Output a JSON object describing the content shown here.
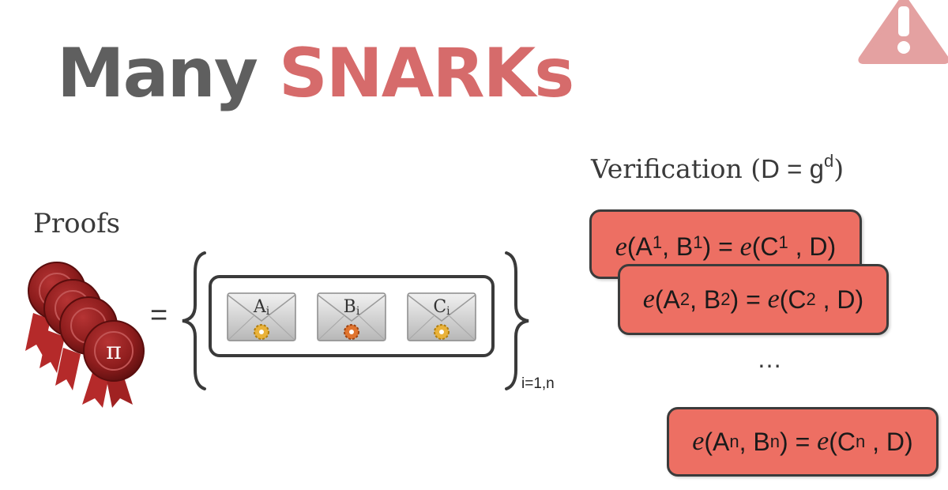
{
  "title": {
    "part1": "Many ",
    "part2": "SNARKs"
  },
  "proofs": {
    "label": "Proofs",
    "seal_symbol": "π",
    "equals": "=",
    "index": "i=1,n",
    "envelopes": [
      {
        "letter": "A",
        "sub": "i"
      },
      {
        "letter": "B",
        "sub": "i"
      },
      {
        "letter": "C",
        "sub": "i"
      }
    ]
  },
  "verification": {
    "title_prefix": "Verification (",
    "title_eq": "D = g",
    "title_sup": "d",
    "title_suffix": ")",
    "ellipsis": "…",
    "equations": [
      {
        "fn1": "e",
        "a": "A",
        "sa": "1",
        "b": "B",
        "sb": "1",
        "fn2": "e",
        "c": "C",
        "sc": "1",
        "d": "D"
      },
      {
        "fn1": "e",
        "a": "A",
        "sa": "2",
        "b": "B",
        "sb": "2",
        "fn2": "e",
        "c": "C",
        "sc": "2",
        "d": "D"
      },
      {
        "fn1": "e",
        "a": "A",
        "sa": "n",
        "b": "B",
        "sb": "n",
        "fn2": "e",
        "c": "C",
        "sc": "n",
        "d": "D"
      }
    ]
  },
  "colors": {
    "title_gray": "#5f5f5f",
    "title_accent": "#d66b6b",
    "warning": "#e4a1a1",
    "equation_box": "#ed6f63",
    "seal": "#8e1d1d"
  },
  "icons": [
    "warning-icon",
    "wax-seal-icon",
    "envelope-icon",
    "gear-icon"
  ]
}
